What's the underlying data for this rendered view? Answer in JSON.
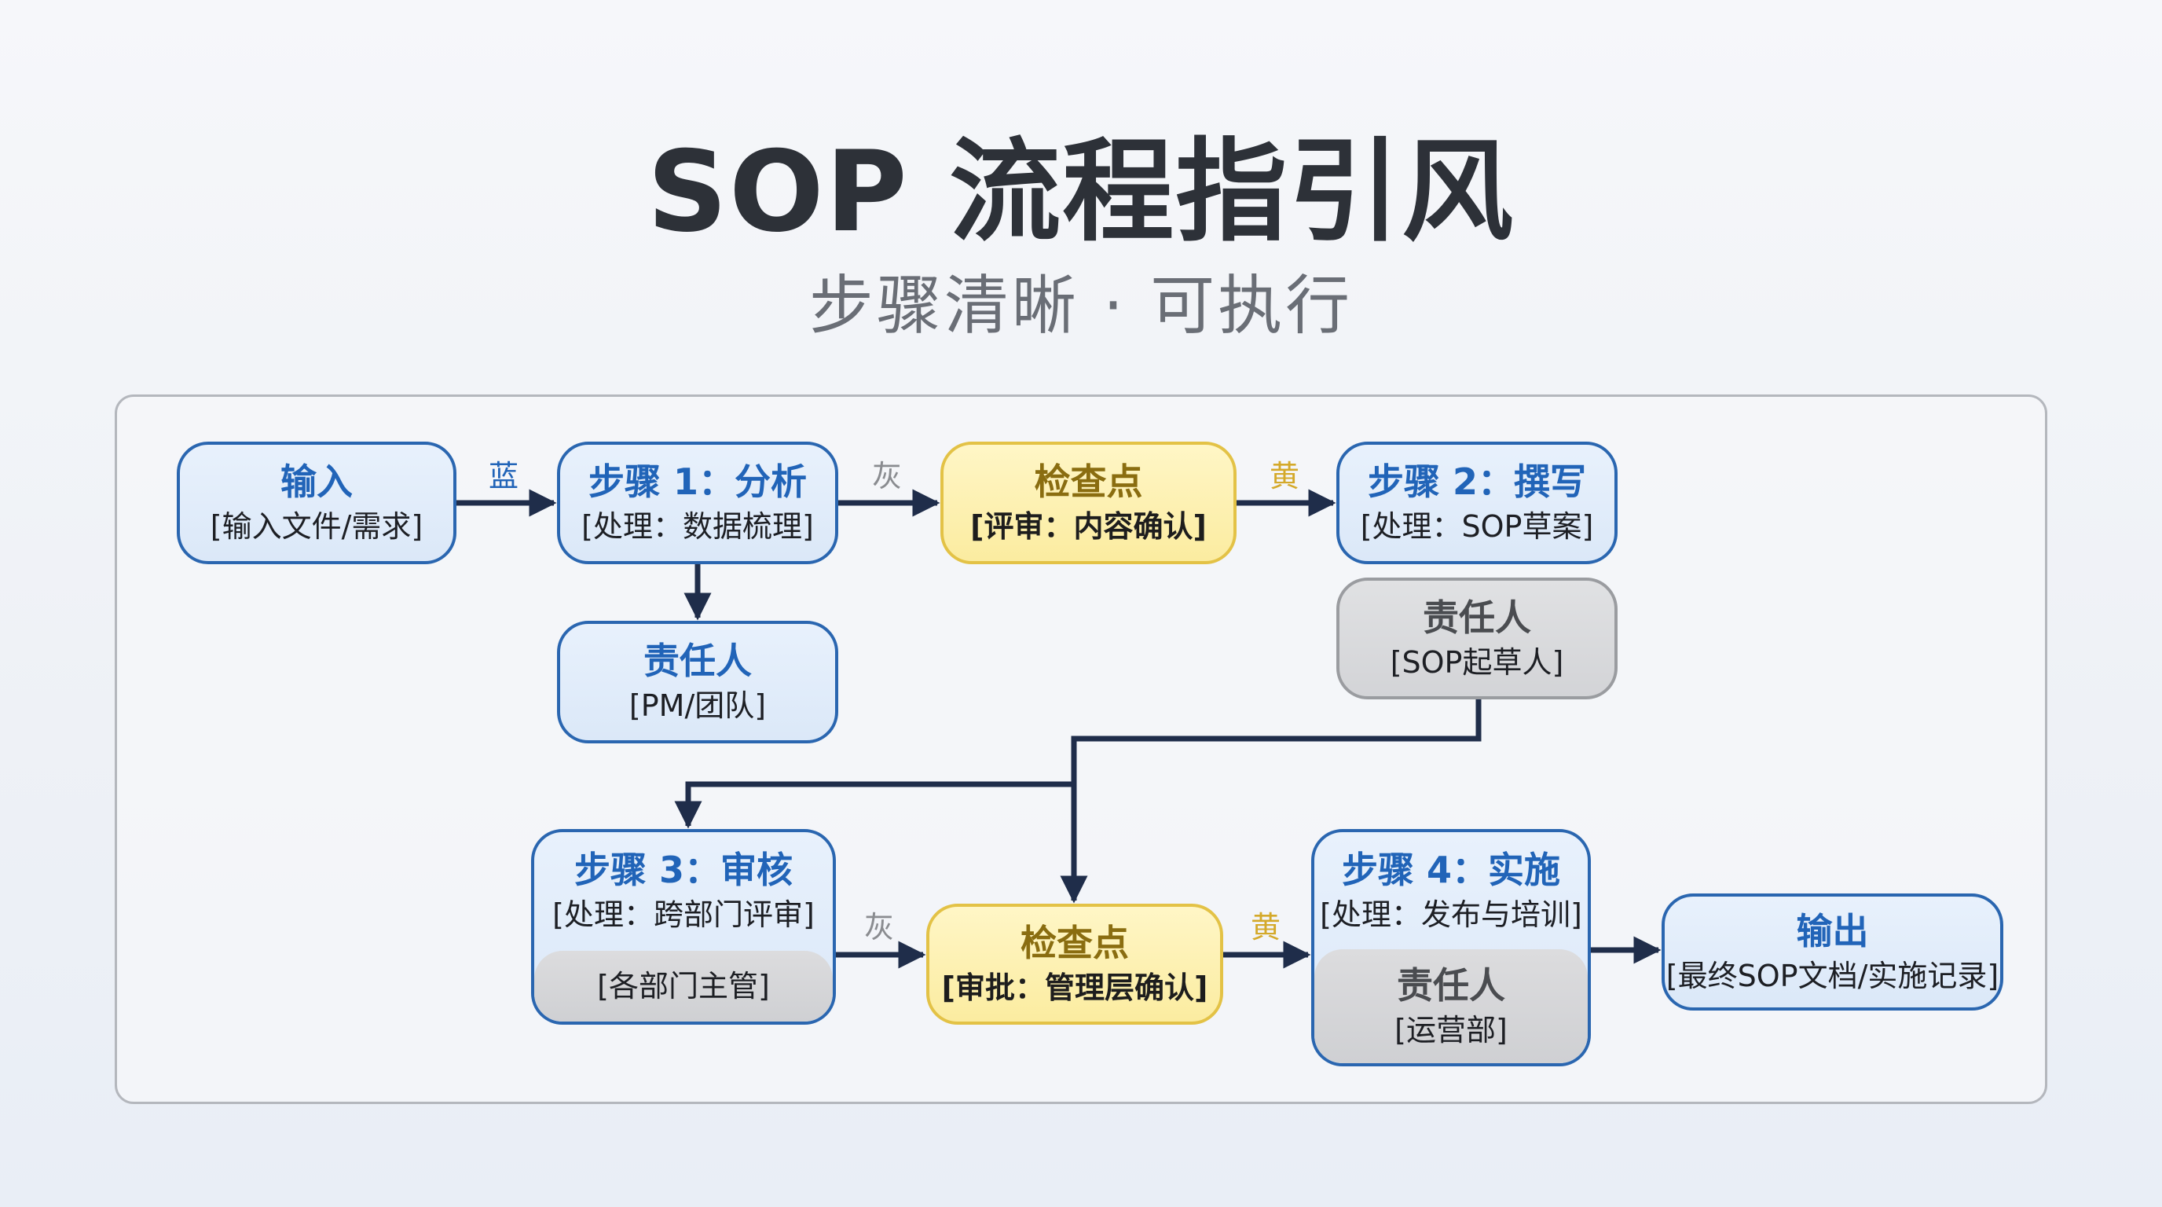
{
  "header": {
    "title": "SOP 流程指引风",
    "subtitle": "步骤清晰 · 可执行"
  },
  "colors": {
    "primary_blue": "#2164b8",
    "checkpoint_yellow": "#fbeca0",
    "owner_gray": "#d3d4d7",
    "connector": "#1f2d4a"
  },
  "nodes": {
    "input": {
      "head": "输入",
      "sub": "[输入文件/需求]",
      "style": "blue"
    },
    "step1": {
      "head": "步骤 1：分析",
      "sub": "[处理：数据梳理]",
      "style": "blue"
    },
    "checkpoint1": {
      "head": "检查点",
      "sub": "[评审：内容确认]",
      "style": "yellow"
    },
    "step2": {
      "head": "步骤 2：撰写",
      "sub": "[处理：SOP草案]",
      "style": "blue"
    },
    "owner1": {
      "head": "责任人",
      "sub": "[PM/团队]",
      "style": "blue"
    },
    "owner2": {
      "head": "责任人",
      "sub": "[SOP起草人]",
      "style": "gray"
    },
    "step3": {
      "head": "步骤 3：审核",
      "sub": "[处理：跨部门评审]",
      "owner": "[各部门主管]",
      "style": "blue"
    },
    "checkpoint2": {
      "head": "检查点",
      "sub": "[审批：管理层确认]",
      "style": "yellow"
    },
    "step4": {
      "head": "步骤 4：实施",
      "sub": "[处理：发布与培训]",
      "owner_head": "责任人",
      "owner": "[运营部]",
      "style": "blue"
    },
    "output": {
      "head": "输出",
      "sub": "[最终SOP文档/实施记录]",
      "style": "blue"
    }
  },
  "edges": [
    {
      "from": "input",
      "to": "step1",
      "label": "蓝",
      "label_color": "blue"
    },
    {
      "from": "step1",
      "to": "checkpoint1",
      "label": "灰",
      "label_color": "gray"
    },
    {
      "from": "checkpoint1",
      "to": "step2",
      "label": "黄",
      "label_color": "yellow"
    },
    {
      "from": "step1",
      "to": "owner1",
      "label": ""
    },
    {
      "from": "owner2",
      "to": "checkpoint2",
      "label": ""
    },
    {
      "from": "owner2",
      "to": "step3",
      "label": ""
    },
    {
      "from": "step3",
      "to": "checkpoint2",
      "label": "灰",
      "label_color": "gray"
    },
    {
      "from": "checkpoint2",
      "to": "step4",
      "label": "黄",
      "label_color": "yellow"
    },
    {
      "from": "step4",
      "to": "output",
      "label": ""
    }
  ]
}
